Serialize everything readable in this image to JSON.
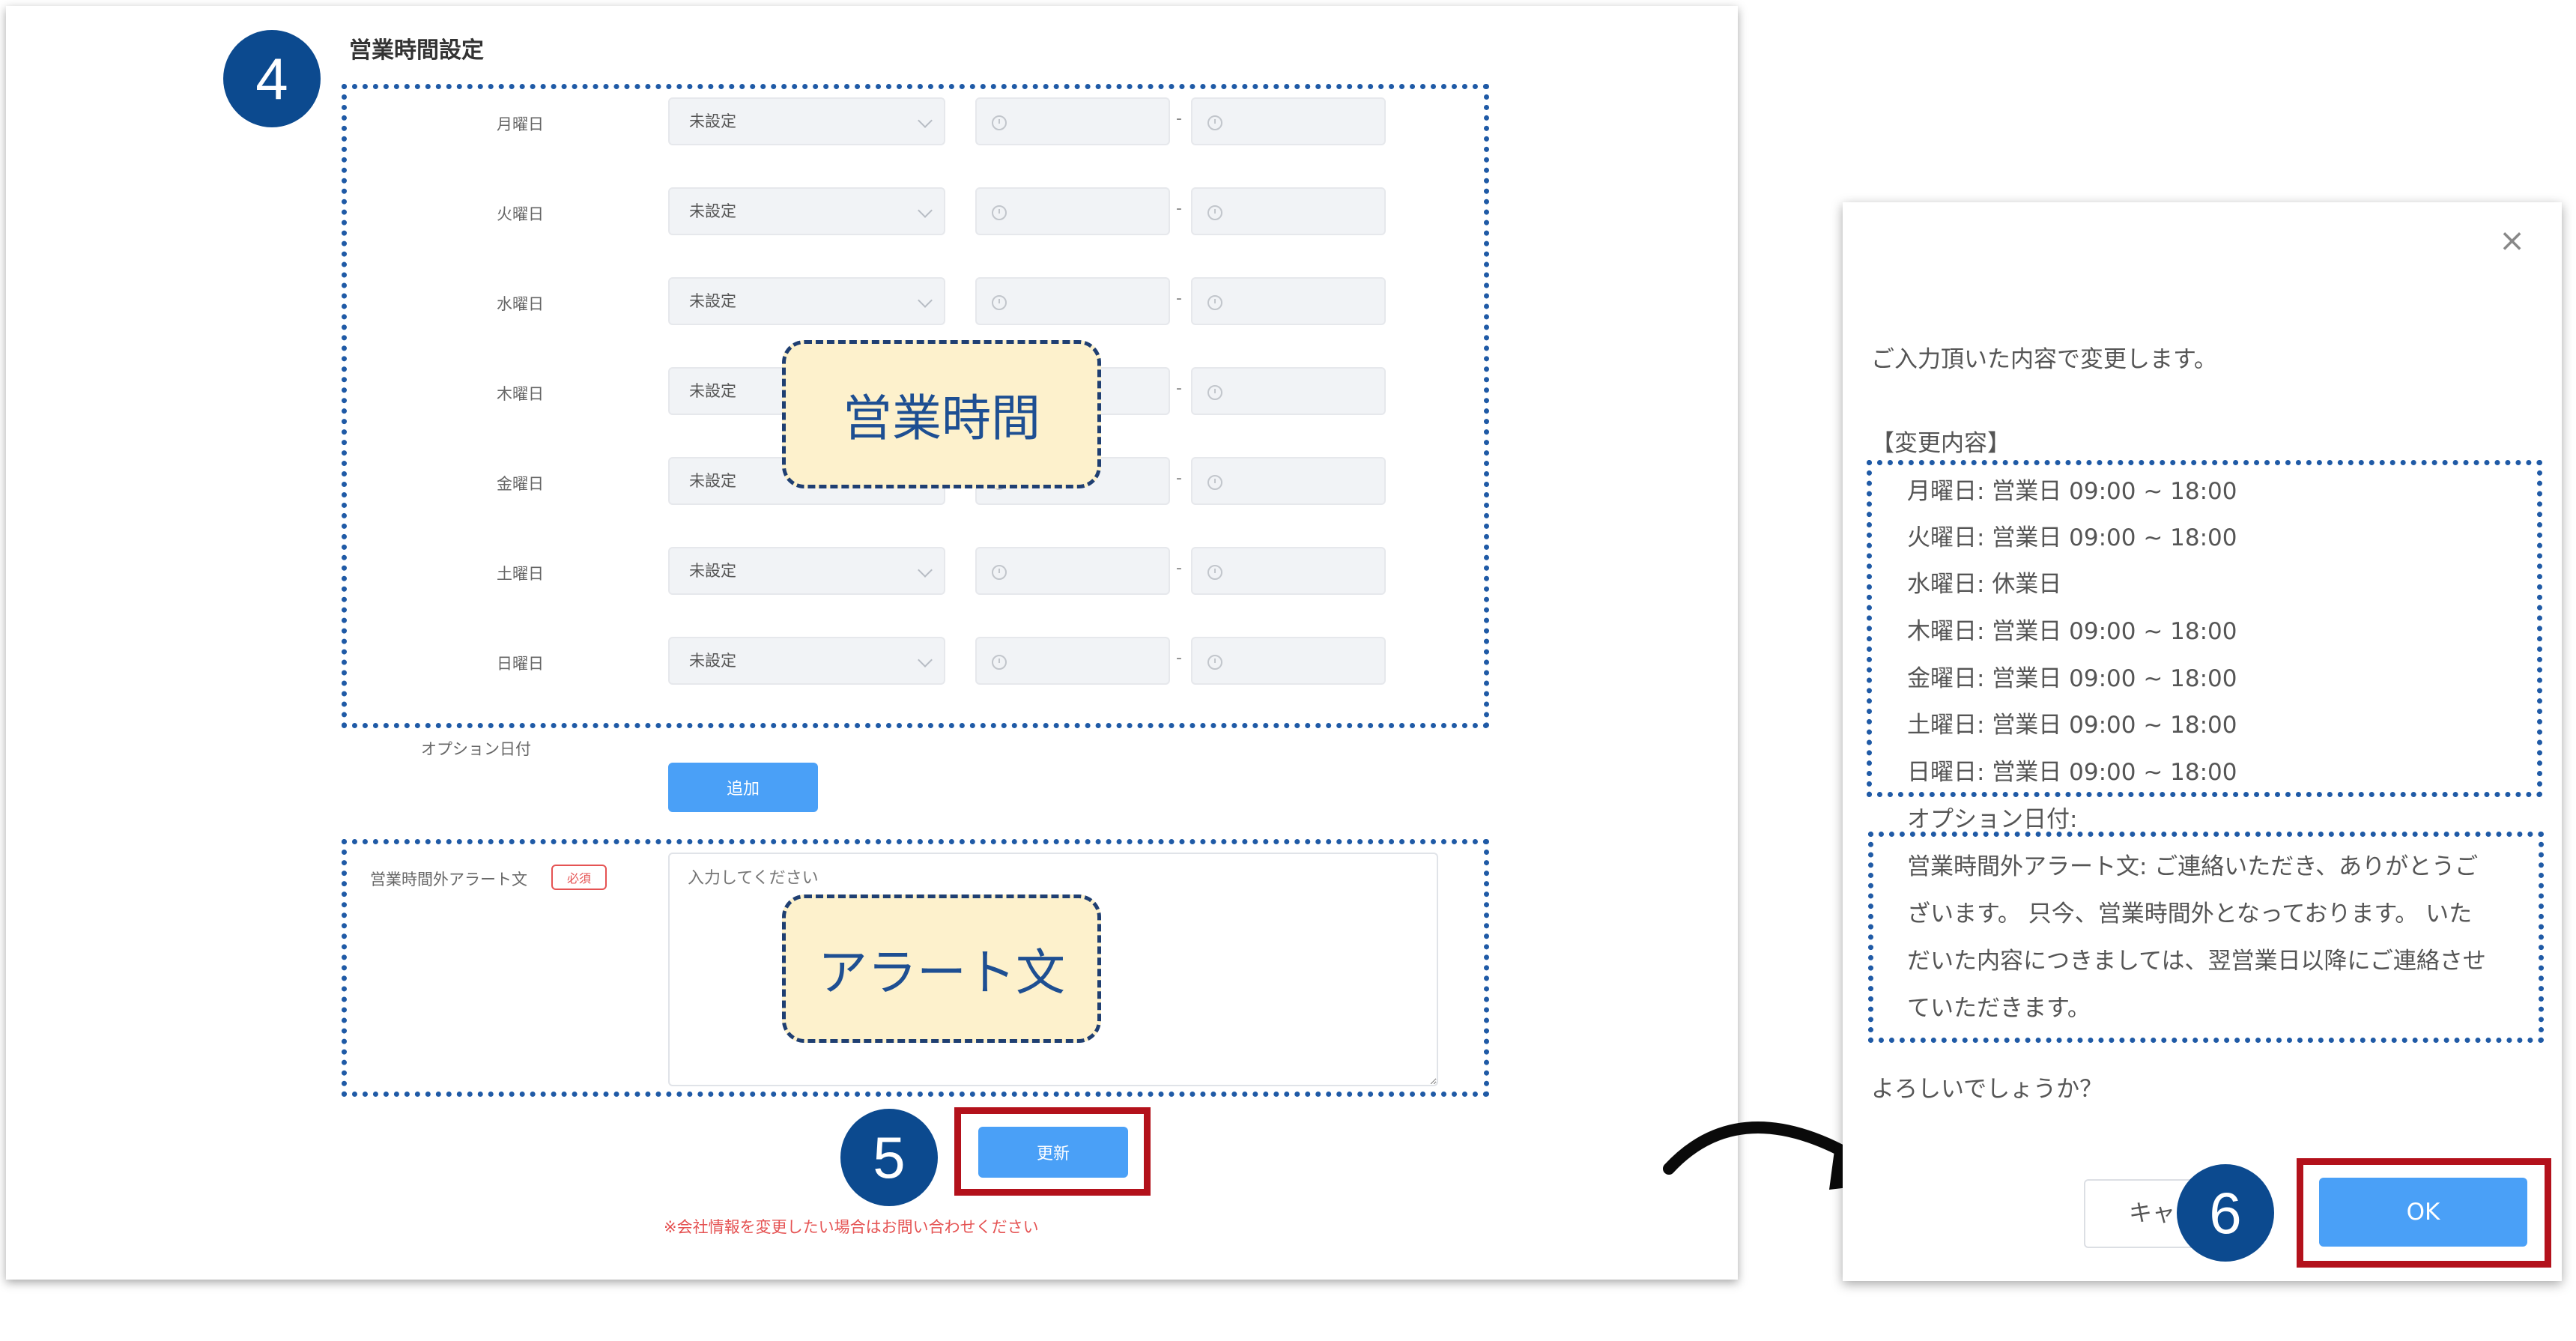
{
  "settings": {
    "title": "営業時間設定",
    "step_markers": {
      "hours": "4",
      "update": "5",
      "confirm": "6"
    },
    "days": [
      {
        "label": "月曜日",
        "select_value": "未設定"
      },
      {
        "label": "火曜日",
        "select_value": "未設定"
      },
      {
        "label": "水曜日",
        "select_value": "未設定"
      },
      {
        "label": "木曜日",
        "select_value": "未設定"
      },
      {
        "label": "金曜日",
        "select_value": "未設定"
      },
      {
        "label": "土曜日",
        "select_value": "未設定"
      },
      {
        "label": "日曜日",
        "select_value": "未設定"
      }
    ],
    "time_separator": "-",
    "option_date_label": "オプション日付",
    "add_button": "追加",
    "alert_label": "営業時間外アラート文",
    "required_badge": "必須",
    "alert_placeholder": "入力してください",
    "update_button": "更新",
    "note": "※会社情報を変更したい場合はお問い合わせください",
    "callouts": {
      "hours": "営業時間",
      "alert": "アラート文"
    }
  },
  "dialog": {
    "intro": "ご入力頂いた内容で変更します。",
    "changes_header": "【変更内容】",
    "changes": [
      "月曜日: 営業日 09:00 ~ 18:00",
      "火曜日: 営業日 09:00 ~ 18:00",
      "水曜日: 休業日",
      "木曜日: 営業日 09:00 ~ 18:00",
      "金曜日: 営業日 09:00 ~ 18:00",
      "土曜日: 営業日 09:00 ~ 18:00",
      "日曜日: 営業日 09:00 ~ 18:00"
    ],
    "option_date": "オプション日付:",
    "alert_lines": [
      "営業時間外アラート文: ご連絡いただき、ありがとうご",
      "ざいます。 只今、営業時間外となっております。 いた",
      "だいた内容につきましては、翌営業日以降にご連絡させ",
      "ていただきます。"
    ],
    "question": "よろしいでしょうか？",
    "cancel_button": "キャ",
    "ok_button": "OK"
  },
  "colors": {
    "accent_blue": "#4aa0f7",
    "marker_blue": "#0c4a8f",
    "highlight_red": "#b3111b",
    "callout_fill": "#fdf1cc",
    "dotted_border": "#1f5aa6",
    "note_red": "#e55353"
  }
}
